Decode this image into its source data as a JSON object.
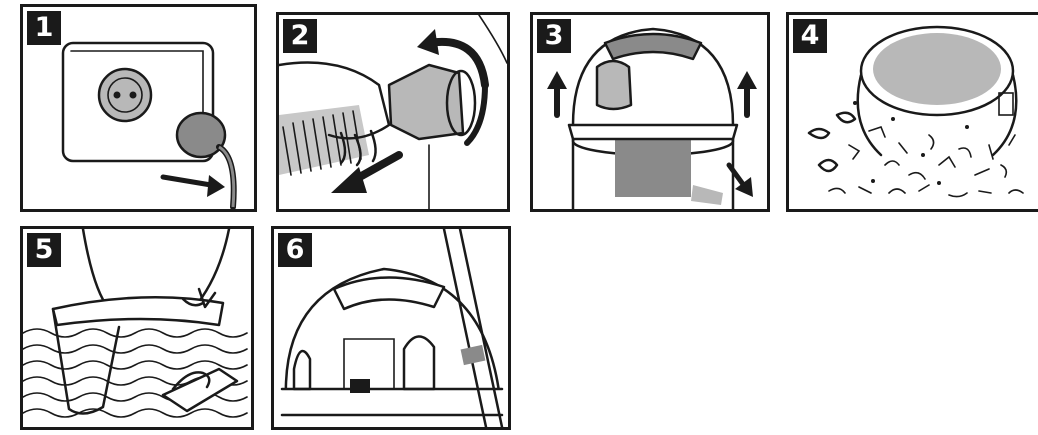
{
  "steps": [
    {
      "number": "1",
      "icon": "unplug-power-cord-icon"
    },
    {
      "number": "2",
      "icon": "detach-suction-hose-icon"
    },
    {
      "number": "3",
      "icon": "lift-off-motor-head-icon"
    },
    {
      "number": "4",
      "icon": "empty-container-debris-icon"
    },
    {
      "number": "5",
      "icon": "rinse-container-water-icon"
    },
    {
      "number": "6",
      "icon": "reassemble-vacuum-icon"
    }
  ],
  "colors": {
    "ink": "#1a1a1a",
    "fill_gray": "#8a8a8a",
    "light_gray": "#b8b8b8",
    "background": "#ffffff"
  }
}
